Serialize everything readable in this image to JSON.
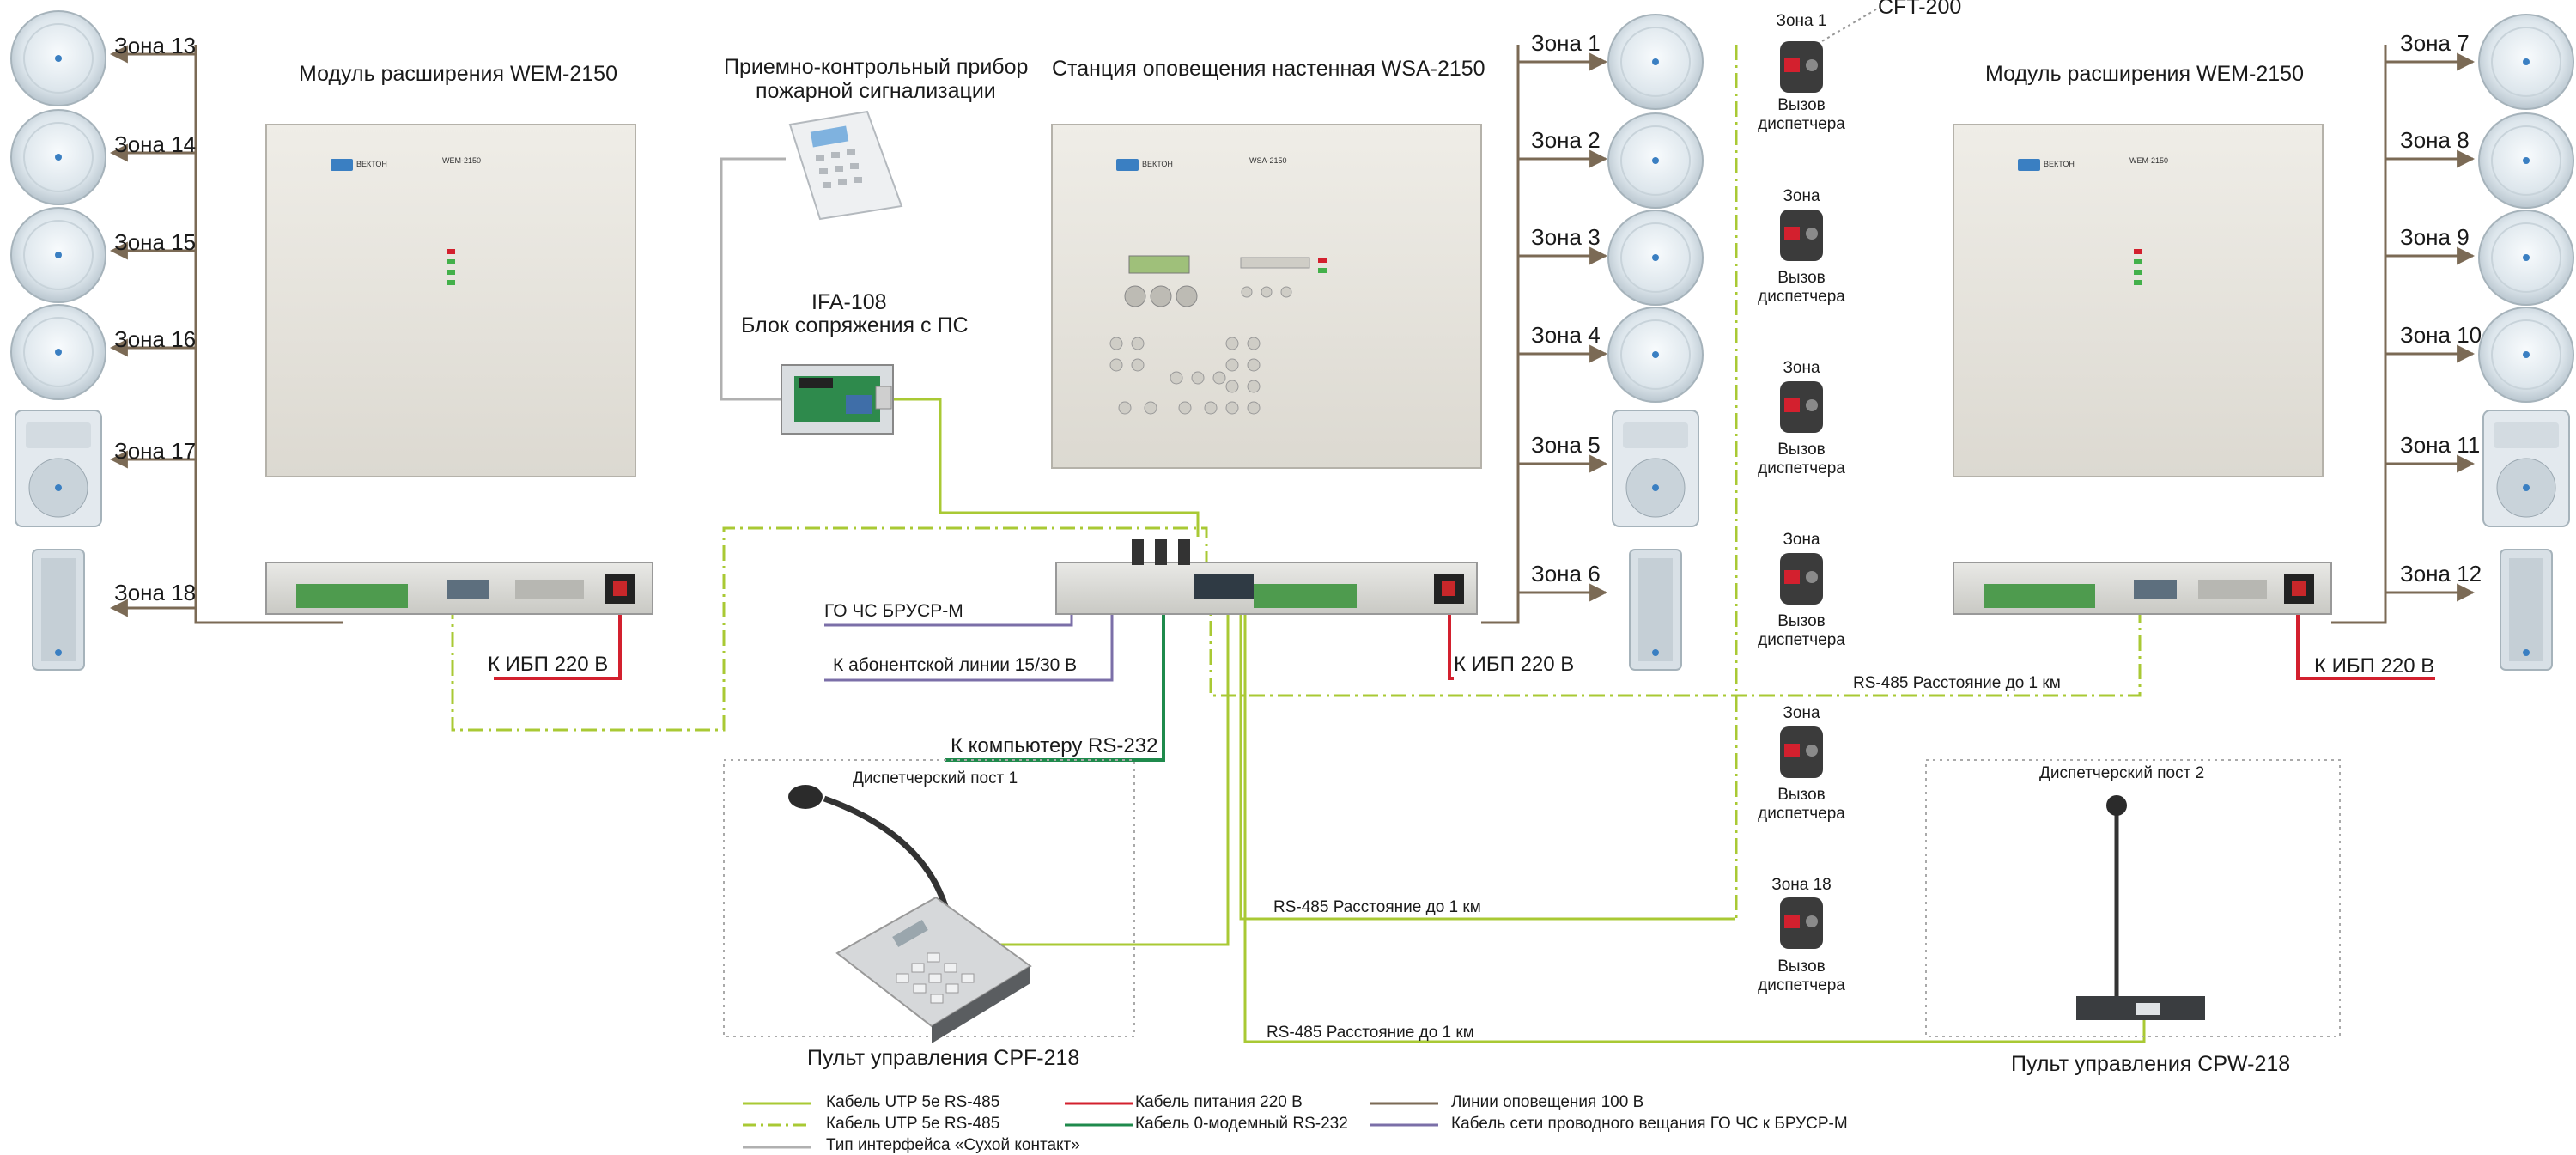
{
  "titles": {
    "wem_left": "Модуль расширения WEM-2150",
    "wem_right": "Модуль расширения WEM-2150",
    "panel_l1": "Приемно-контрольный прибор",
    "panel_l2": "пожарной сигнализации",
    "ifa_l1": "IFA-108",
    "ifa_l2": "Блок сопряжения с ПС",
    "wsa": "Станция оповещения настенная WSA-2150",
    "cft": "CFT-200",
    "post1": "Диспетчерский пост 1",
    "post2": "Диспетчерский пост 2",
    "cpf": "Пульт управления CPF-218",
    "cpw": "Пульт управления CPW-218"
  },
  "device_labels": {
    "wem_model": "WEM-2150",
    "wsa_model": "WSA-2150",
    "brand": "ВЕКТОН"
  },
  "zones_left": [
    "Зона 13",
    "Зона 14",
    "Зона 15",
    "Зона 16",
    "Зона 17",
    "Зона 18"
  ],
  "zones_center": [
    "Зона 1",
    "Зона 2",
    "Зона 3",
    "Зона 4",
    "Зона 5",
    "Зона 6"
  ],
  "zones_right": [
    "Зона 7",
    "Зона 8",
    "Зона 9",
    "Зона 10",
    "Зона 11",
    "Зона 12"
  ],
  "call_points": [
    {
      "zone": "Зона 1",
      "l1": "Вызов",
      "l2": "диспетчера"
    },
    {
      "zone": "Зона",
      "l1": "Вызов",
      "l2": "диспетчера"
    },
    {
      "zone": "Зона",
      "l1": "Вызов",
      "l2": "диспетчера"
    },
    {
      "zone": "Зона",
      "l1": "Вызов",
      "l2": "диспетчера"
    },
    {
      "zone": "Зона",
      "l1": "Вызов",
      "l2": "диспетчера"
    },
    {
      "zone": "Зона 18",
      "l1": "Вызов",
      "l2": "диспетчера"
    }
  ],
  "line_labels": {
    "go_chs": "ГО ЧС БРУСР-М",
    "subscriber": "К абонентской линии 15/30 В",
    "pc": "К компьютеру RS-232",
    "ups_left": "К ИБП 220 В",
    "ups_center": "К ИБП 220 В",
    "ups_right": "К ИБП 220 В",
    "rs485_right": "RS-485 Расстояние до 1 км",
    "rs485_mid": "RS-485 Расстояние до 1 км",
    "rs485_bottom": "RS-485 Расстояние до 1 км"
  },
  "legend": [
    {
      "label": "Кабель UTP 5e RS-485",
      "color": "#a9c934",
      "style": "solid"
    },
    {
      "label": "Кабель UTP 5e RS-485",
      "color": "#a9c934",
      "style": "dashdot"
    },
    {
      "label": "Тип интерфейса «Сухой контакт»",
      "color": "#b0b0b0",
      "style": "solid"
    },
    {
      "label": "Кабель питания 220 В",
      "color": "#d3202e",
      "style": "solid"
    },
    {
      "label": "Кабель 0-модемный RS-232",
      "color": "#1f8a4c",
      "style": "solid"
    },
    {
      "label": "Линии оповещения 100 В",
      "color": "#7b6a55",
      "style": "solid"
    },
    {
      "label": "Кабель сети проводного вещания ГО ЧС к БРУСР-М",
      "color": "#7b6fa8",
      "style": "solid"
    }
  ],
  "colors": {
    "rs485": "#a9c934",
    "dry_contact": "#b0b0b0",
    "power": "#d3202e",
    "rs232": "#1f8a4c",
    "speaker_line": "#7b6a55",
    "go_chs": "#7b6fa8"
  }
}
